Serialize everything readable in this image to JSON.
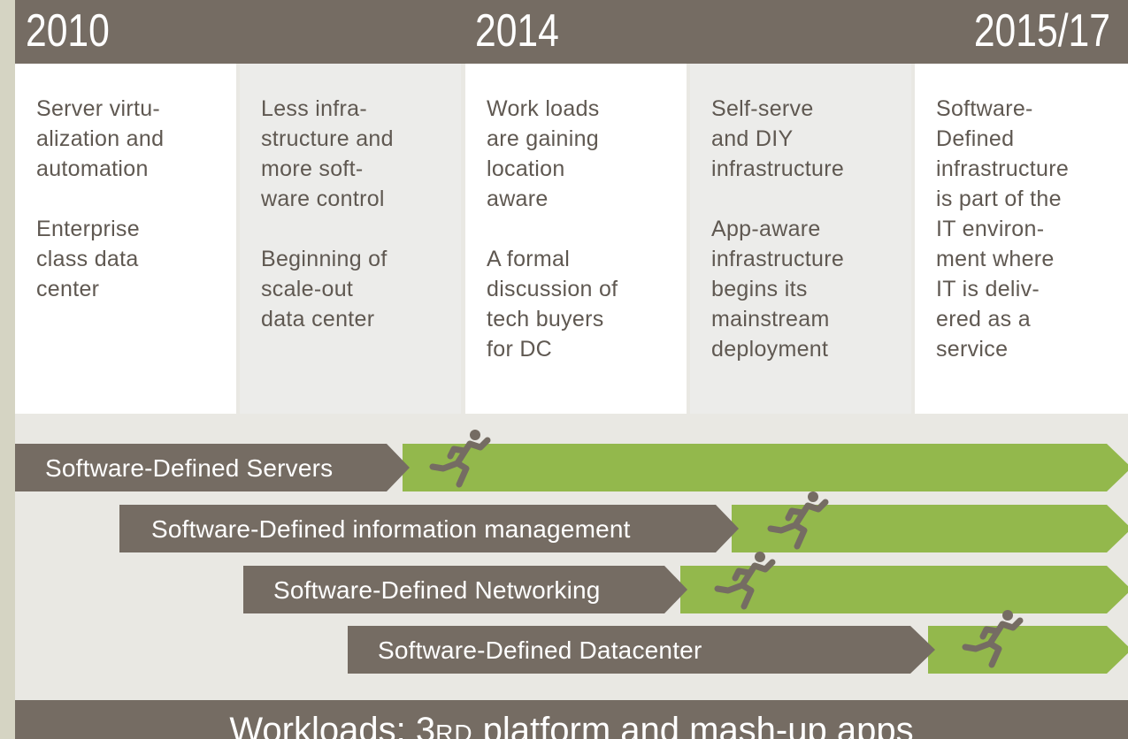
{
  "header": {
    "years": [
      "2010",
      "2014",
      "2015/17"
    ]
  },
  "columns": [
    {
      "blocks": [
        "Server virtu-\nalization and\nautomation",
        "Enterprise\nclass data\ncenter"
      ]
    },
    {
      "blocks": [
        "Less infra-\nstructure and\nmore soft-\nware control",
        "Beginning of\nscale-out\ndata center"
      ]
    },
    {
      "blocks": [
        "Work loads\nare gaining\nlocation\naware",
        "A formal\ndiscussion of\ntech buyers\nfor DC"
      ]
    },
    {
      "blocks": [
        "Self-serve\nand DIY\ninfrastructure",
        "App-aware\ninfrastructure\nbegins its\nmainstream\ndeployment"
      ]
    },
    {
      "blocks": [
        "Software-\nDefined\ninfrastructure\nis part of  the\nIT environ-\nment where\nIT is deliv-\nered as a\nservice"
      ]
    }
  ],
  "tracks": [
    {
      "label": "Software-Defined Servers",
      "icon": "runner-icon"
    },
    {
      "label": "Software-Defined information management",
      "icon": "runner-icon"
    },
    {
      "label": "Software-Defined Networking",
      "icon": "runner-icon"
    },
    {
      "label": "Software-Defined Datacenter",
      "icon": "runner-icon"
    }
  ],
  "footer": {
    "prefix": "Workloads: 3",
    "small_caps": "RD",
    "suffix": " platform and mash-up apps"
  },
  "colors": {
    "brown": "#756c63",
    "green": "#93b84c",
    "text": "#5f5851",
    "background": "#e9e8e3"
  }
}
